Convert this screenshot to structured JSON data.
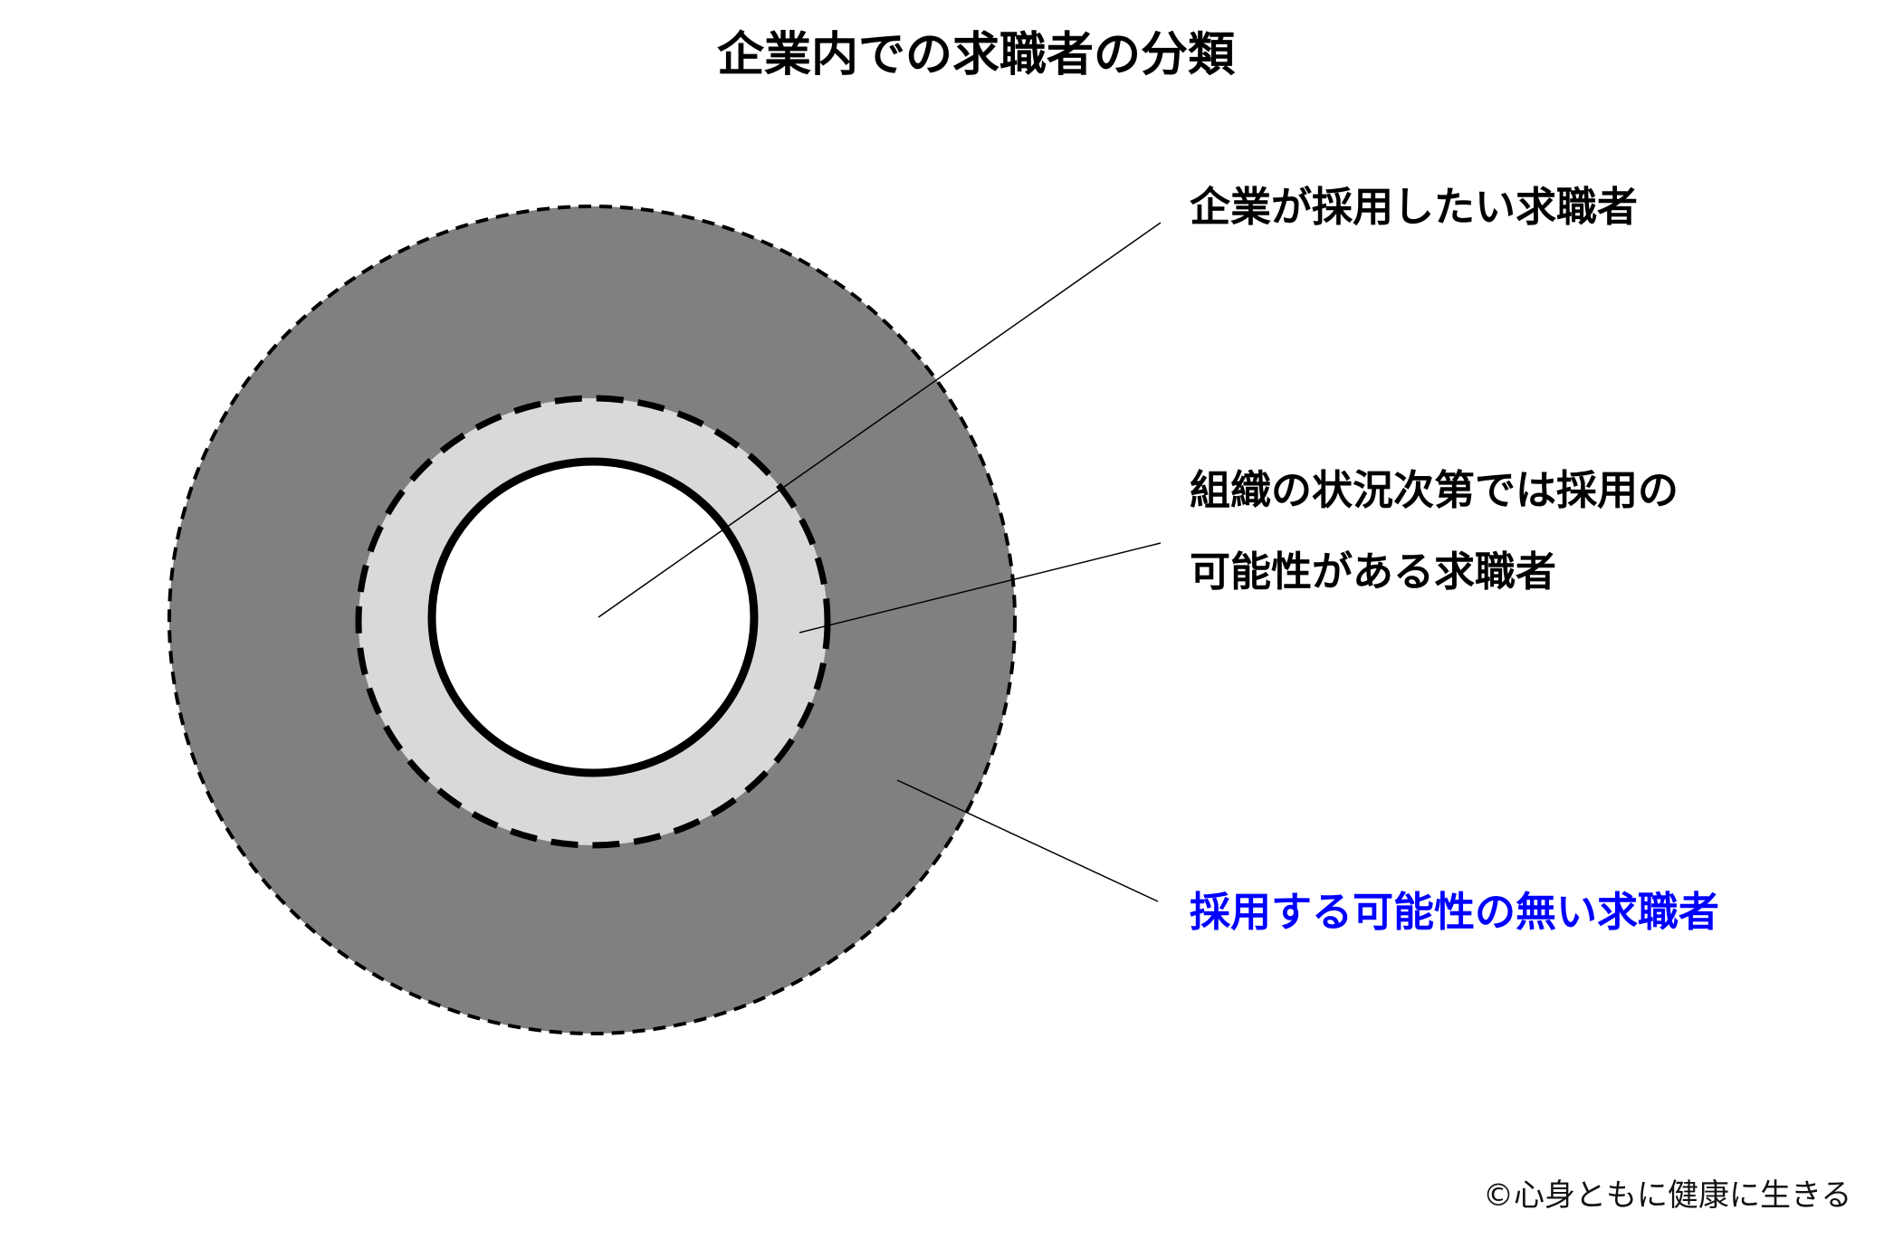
{
  "title": "企業内での求職者の分類",
  "labels": {
    "inner": "企業が採用したい求職者",
    "middle_line1": "組織の状況次第では採用の",
    "middle_line2": "可能性がある求職者",
    "outer": "採用する可能性の無い求職者"
  },
  "watermark": "©心身ともに健康に生きる",
  "colors": {
    "outer_fill": "#808080",
    "middle_fill": "#d9d9d9",
    "inner_fill": "#ffffff",
    "outer_label": "#0000ff",
    "text": "#000000"
  }
}
